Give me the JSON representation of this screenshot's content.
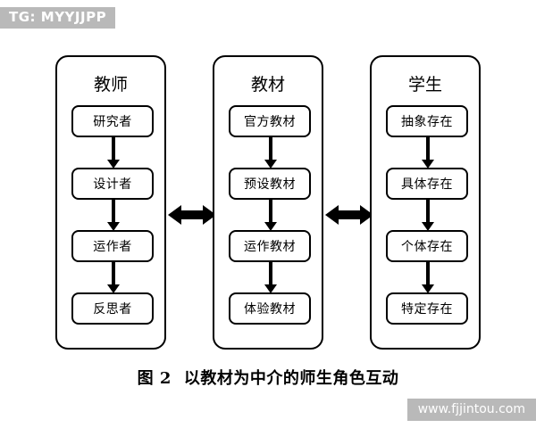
{
  "watermarks": {
    "top_left": "TG: MYYJJPP",
    "bottom_right": "www.fjjintou.com"
  },
  "diagram": {
    "caption_label": "图 2",
    "caption_text": "以教材为中介的师生角色互动",
    "columns": [
      {
        "title": "教师",
        "nodes": [
          "研究者",
          "设计者",
          "运作者",
          "反思者"
        ]
      },
      {
        "title": "教材",
        "nodes": [
          "官方教材",
          "预设教材",
          "运作教材",
          "体验教材"
        ]
      },
      {
        "title": "学生",
        "nodes": [
          "抽象存在",
          "具体存在",
          "个体存在",
          "特定存在"
        ]
      }
    ],
    "connectors": {
      "vertical_arrow": "down-arrow",
      "horizontal_arrow": "double-headed-arrow"
    }
  },
  "colors": {
    "ink": "#000000",
    "background": "#ffffff",
    "watermark_bg": "#b9b9b9",
    "watermark_text": "#ffffff"
  }
}
